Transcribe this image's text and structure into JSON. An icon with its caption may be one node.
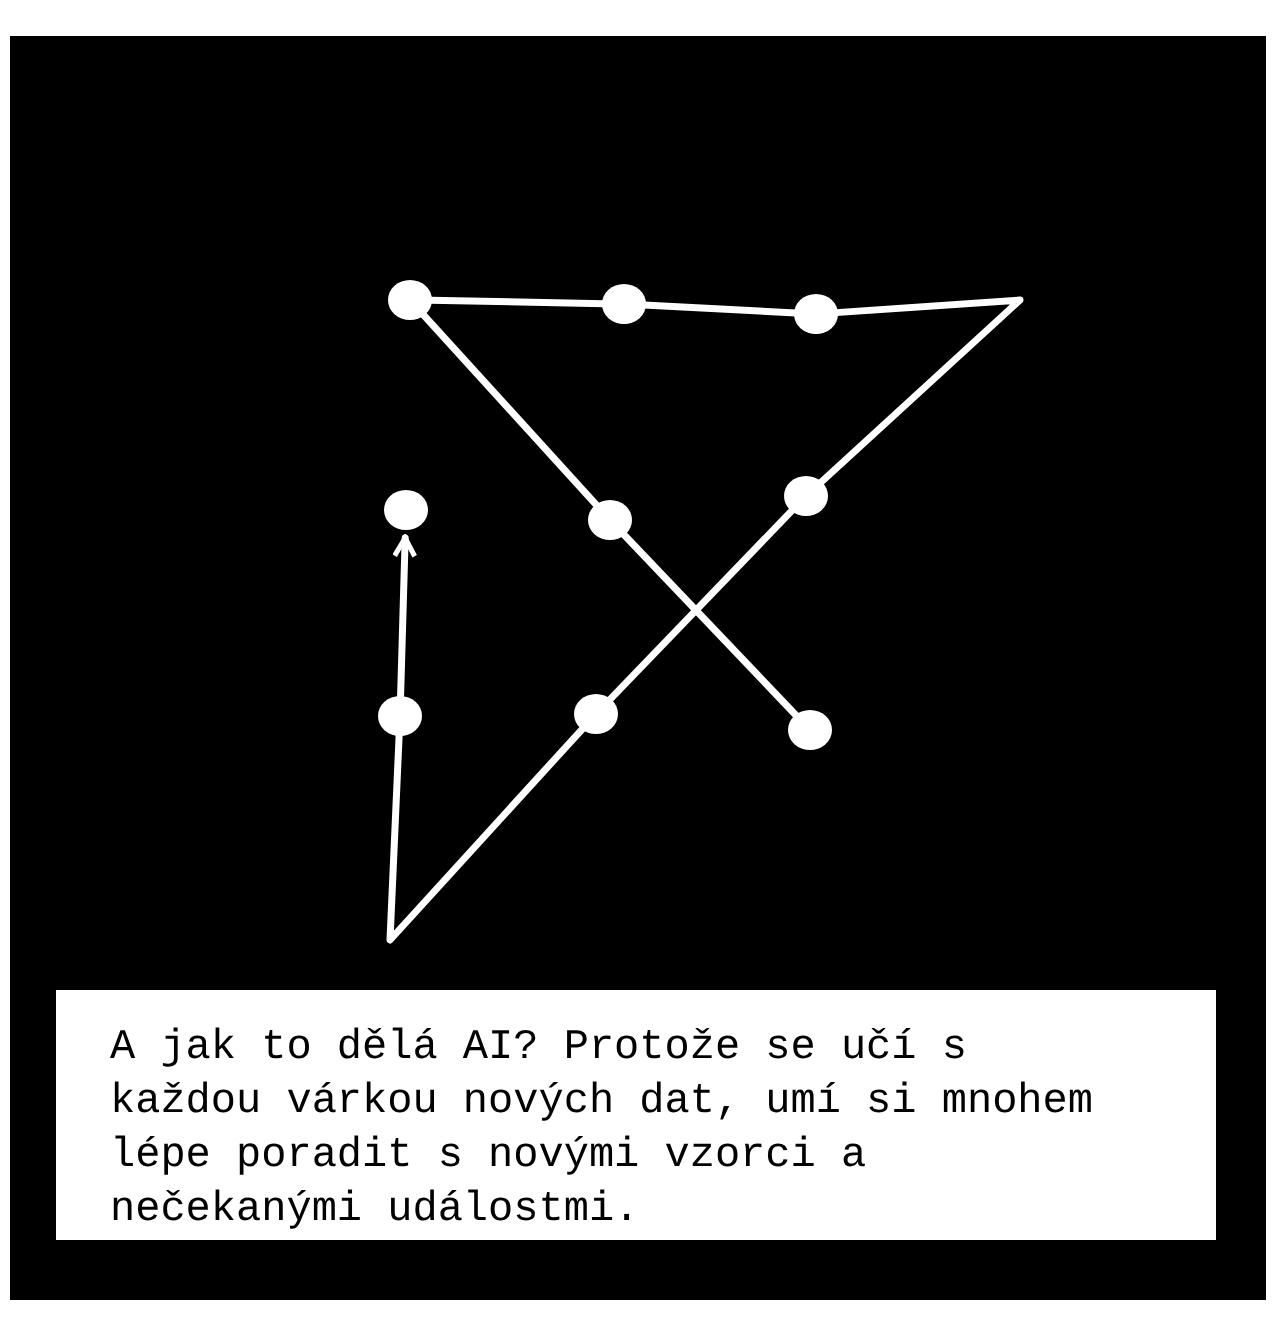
{
  "diagram": {
    "caption": "A jak to dělá AI? Protože se učí s každou várkou nových dat, umí si mnohem lépe poradit s novými vzorci a nečekanými událostmi.",
    "nodes": [
      {
        "text": [],
        "shape": "circle"
      },
      {
        "text": [],
        "shape": "circle"
      },
      {
        "text": [],
        "shape": "circle"
      },
      {
        "text": [],
        "shape": "circle"
      },
      {
        "text": [],
        "shape": "circle"
      },
      {
        "text": [],
        "shape": "circle"
      },
      {
        "text": [],
        "shape": "circle"
      },
      {
        "text": [],
        "shape": "circle"
      },
      {
        "text": [],
        "shape": "circle"
      }
    ],
    "edges": [
      {
        "from": 8,
        "to": 4,
        "arrow": "none"
      },
      {
        "from": 4,
        "to": 0,
        "arrow": "none"
      },
      {
        "from": 0,
        "to": 1,
        "arrow": "none"
      },
      {
        "from": 1,
        "to": 2,
        "arrow": "none"
      },
      {
        "from": 2,
        "to": 5,
        "arrow": "none"
      },
      {
        "from": 5,
        "to": 7,
        "arrow": "none"
      },
      {
        "from": 7,
        "to": 6,
        "arrow": "none"
      },
      {
        "from": 6,
        "to": 3,
        "arrow": "to"
      }
    ]
  }
}
